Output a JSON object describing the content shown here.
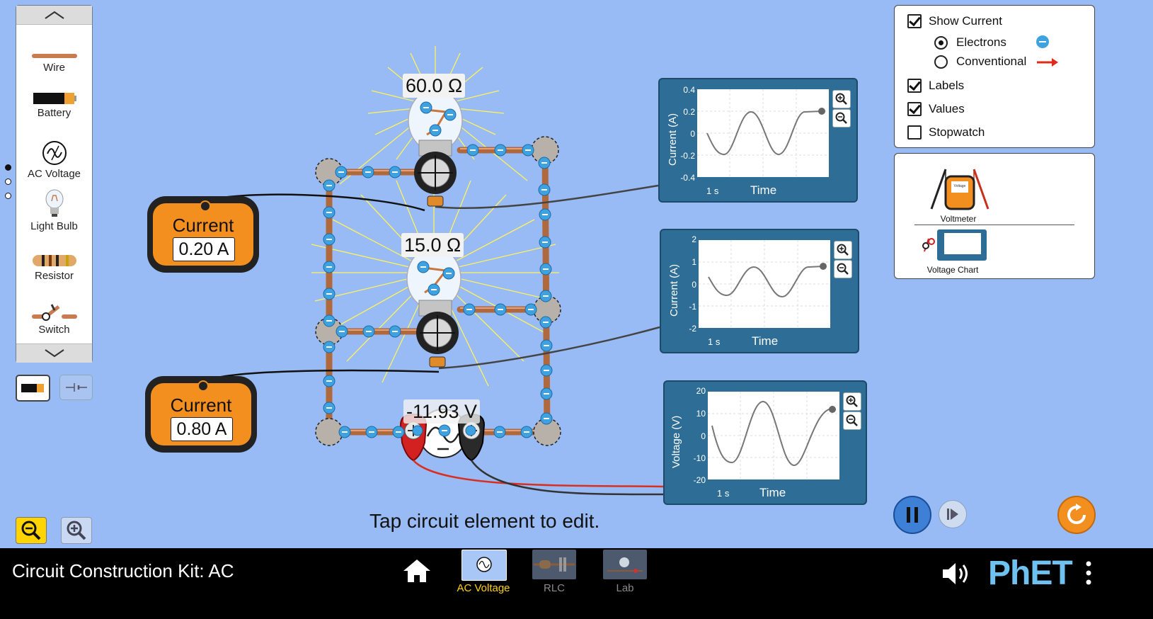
{
  "toolbox": {
    "items": [
      {
        "label": "Wire",
        "icon": "wire-icon"
      },
      {
        "label": "Battery",
        "icon": "battery-icon"
      },
      {
        "label": "AC Voltage",
        "icon": "ac-source-icon"
      },
      {
        "label": "Light Bulb",
        "icon": "light-bulb-icon"
      },
      {
        "label": "Resistor",
        "icon": "resistor-icon"
      },
      {
        "label": "Switch",
        "icon": "switch-icon"
      }
    ],
    "page_count": 3,
    "active_page": 1
  },
  "circuit": {
    "bulb_top_resistance": "60.0 Ω",
    "bulb_mid_resistance": "15.0 Ω",
    "ac_source_voltage": "-11.93 V"
  },
  "ammeters": [
    {
      "label": "Current",
      "value": "0.20 A"
    },
    {
      "label": "Current",
      "value": "0.80 A"
    }
  ],
  "charts": [
    {
      "ylabel": "Current (A)",
      "xlabel": "Time",
      "scale": "1 s",
      "ticks": [
        "0.4",
        "0.2",
        "0",
        "-0.2",
        "-0.4"
      ]
    },
    {
      "ylabel": "Current (A)",
      "xlabel": "Time",
      "scale": "1 s",
      "ticks": [
        "2",
        "1",
        "0",
        "-1",
        "-2"
      ]
    },
    {
      "ylabel": "Voltage (V)",
      "xlabel": "Time",
      "scale": "1 s",
      "ticks": [
        "20",
        "10",
        "0",
        "-10",
        "-20"
      ]
    }
  ],
  "controls": {
    "show_current": {
      "label": "Show Current",
      "checked": true
    },
    "electrons": {
      "label": "Electrons",
      "selected": true
    },
    "conventional": {
      "label": "Conventional",
      "selected": false
    },
    "labels": {
      "label": "Labels",
      "checked": true
    },
    "values": {
      "label": "Values",
      "checked": true
    },
    "stopwatch": {
      "label": "Stopwatch",
      "checked": false
    }
  },
  "sensors": {
    "voltmeter": "Voltmeter",
    "voltage_chart": "Voltage Chart"
  },
  "hint": "Tap circuit element to edit.",
  "navbar": {
    "title": "Circuit Construction Kit: AC",
    "screens": [
      {
        "label": "AC Voltage",
        "active": true
      },
      {
        "label": "RLC",
        "active": false
      },
      {
        "label": "Lab",
        "active": false
      }
    ],
    "brand": "PhET"
  },
  "colors": {
    "background": "#99bbf5",
    "accent_yellow": "#ffd400",
    "chart_panel": "#2e6e96",
    "ammeter_orange": "#f28f1f",
    "wire_copper": "#c87a50",
    "electron_blue": "#3fa2e0"
  }
}
